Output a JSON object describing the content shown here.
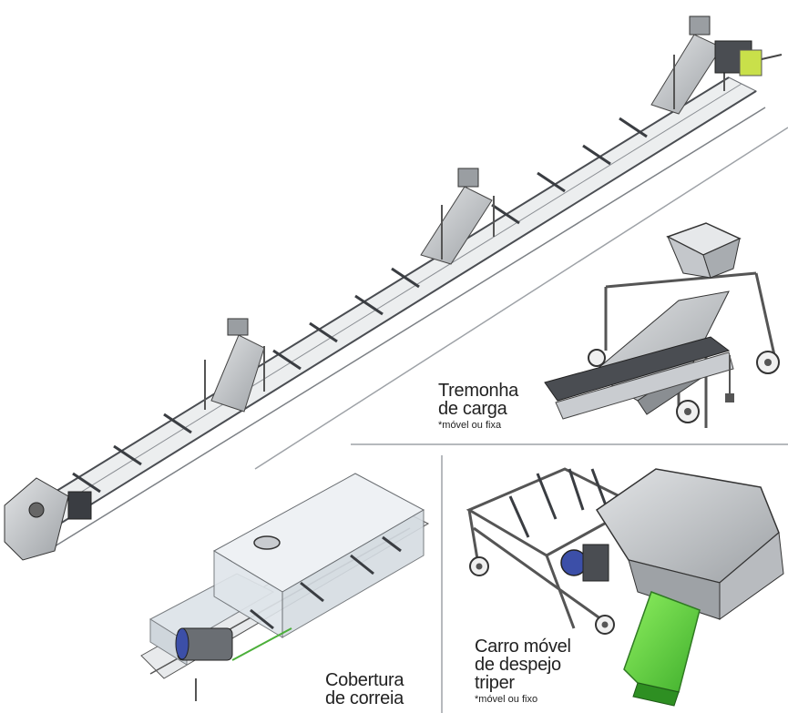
{
  "labels": {
    "hopper": {
      "line1": "Tremonha",
      "line2": "de carga",
      "note": "*móvel ou fixa"
    },
    "cover": {
      "line1": "Cobertura",
      "line2": "de correia"
    },
    "tripper": {
      "line1": "Carro móvel",
      "line2": "de despejo",
      "line3": "triper",
      "note": "*móvel ou fixo"
    }
  },
  "colors": {
    "steel": "#b9bcc0",
    "steel_dark": "#4a4d52",
    "divider": "#9ea2a7",
    "motor_green": "#c9e04a",
    "chute_green": "#6fd64a",
    "cover_glass": "#dfe5ea",
    "motor_blue": "#3c4fa8"
  }
}
